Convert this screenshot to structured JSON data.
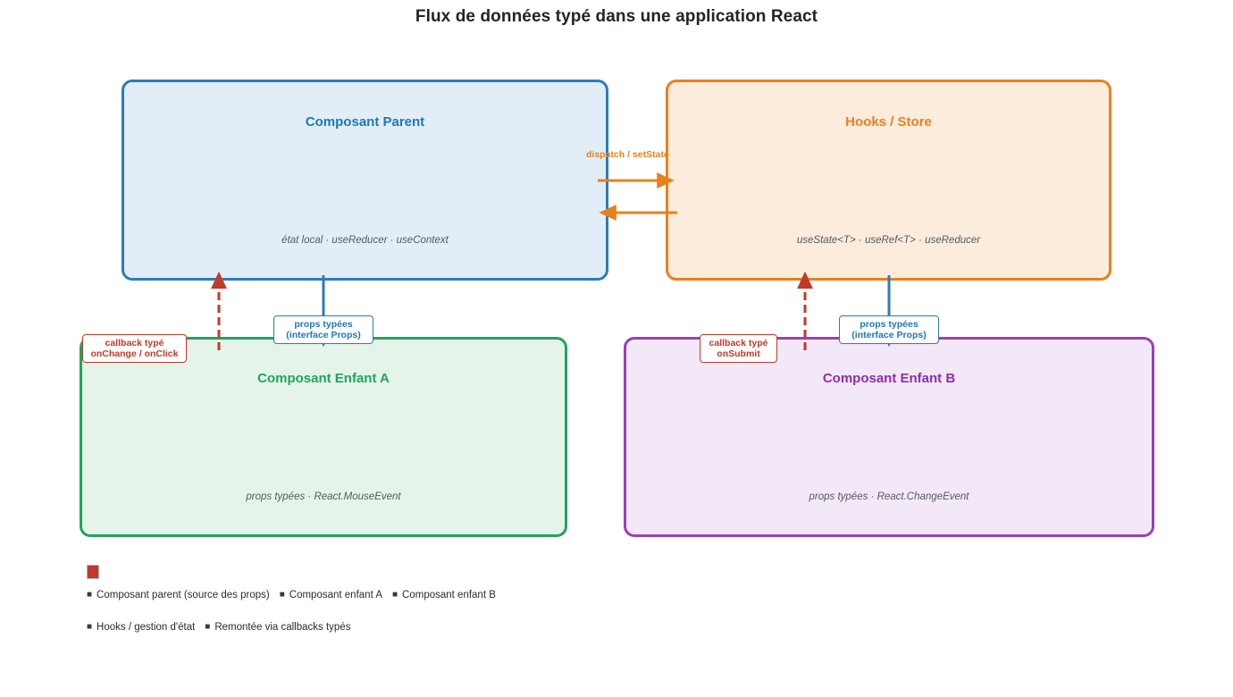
{
  "title": "Flux de données typé dans une application React",
  "nodes": {
    "parent": {
      "title": "Composant Parent",
      "subtitle": "état local · useReducer · useContext",
      "color": "#2e7cb8",
      "fill": "#e1eef7"
    },
    "hooks": {
      "title": "Hooks / Store",
      "subtitle": "useState<T> · useRef<T> · useReducer",
      "color": "#e8801e",
      "fill": "#fbecdc"
    },
    "child_a": {
      "title": "Composant Enfant A",
      "subtitle": "props typées · React.MouseEvent",
      "color": "#22a45d",
      "fill": "#e4f4e9"
    },
    "child_b": {
      "title": "Composant Enfant B",
      "subtitle": "props typées · React.ChangeEvent",
      "color": "#9b3fb5",
      "fill": "#f2e8f7"
    }
  },
  "edges": {
    "dispatch_label": "dispatch / setState",
    "props_a_label": "props typées\n(interface Props)",
    "props_b_label": "props typées\n(interface Props)",
    "callback_a_label": "callback typé\nonChange / onClick",
    "callback_b_label": "callback typé\nonSubmit"
  },
  "legend": {
    "swatch_color": "#c0392b",
    "row1": [
      "Composant parent (source des props)",
      "Composant enfant A",
      "Composant enfant B"
    ],
    "row2": [
      "Hooks / gestion d'état",
      "Remontée via callbacks typés"
    ],
    "bullet": "■"
  }
}
